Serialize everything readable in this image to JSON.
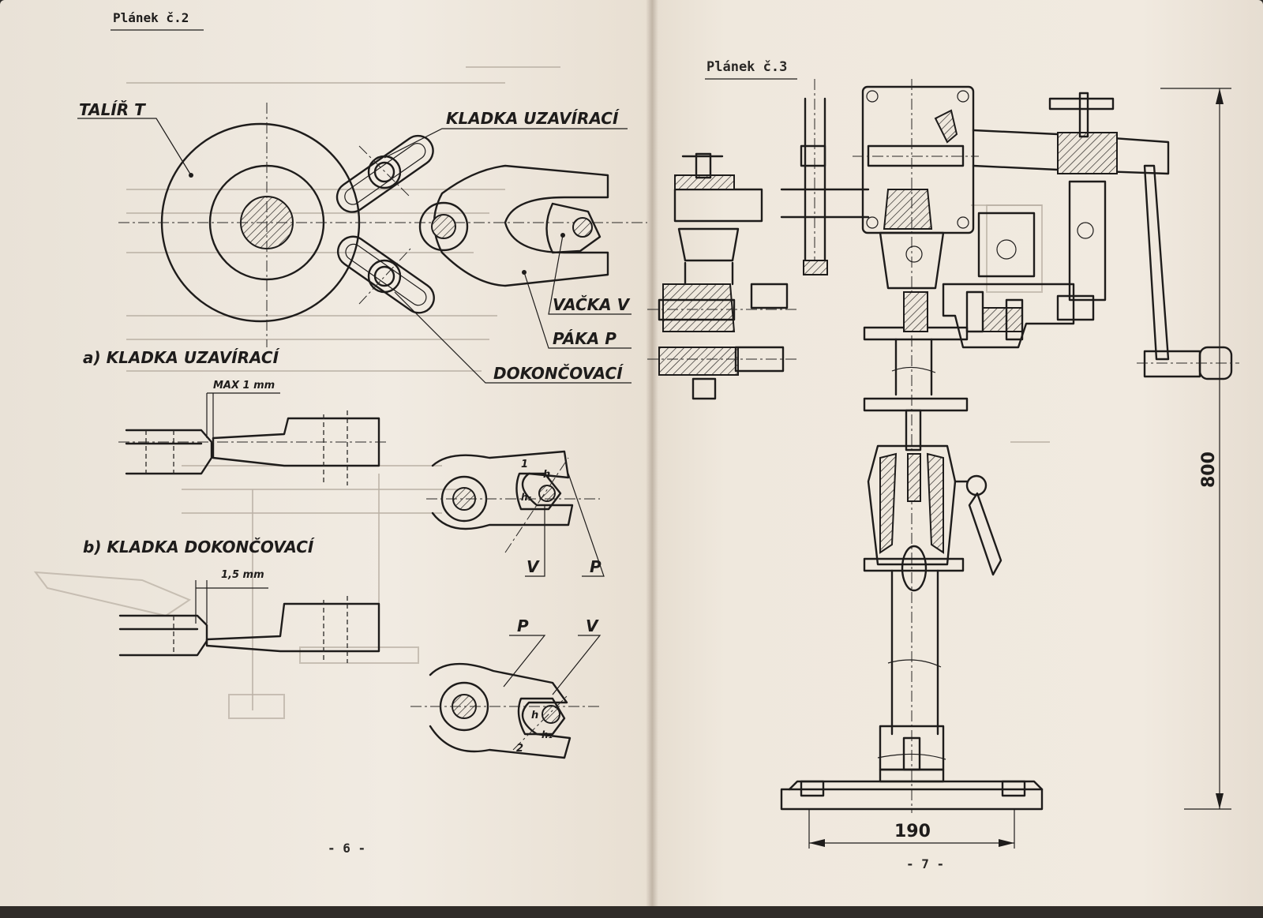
{
  "left_page": {
    "header": "Plánek č.2",
    "labels": {
      "plate": "TALÍŘ T",
      "closing_roller_top": "KLADKA UZAVÍRACÍ",
      "cam": "VAČKA V",
      "lever": "PÁKA P",
      "finishing": "DOKONČOVACÍ"
    },
    "section_a": {
      "title": "a) KLADKA UZAVÍRACÍ",
      "gap_note": "MAX 1 mm",
      "marks": [
        "1",
        "h",
        "h₁",
        "V",
        "P"
      ]
    },
    "section_b": {
      "title": "b) KLADKA DOKONČOVACÍ",
      "gap_note": "1,5 mm",
      "marks": [
        "P",
        "V",
        "h",
        "h₁",
        "2"
      ]
    },
    "page_number": "- 6 -"
  },
  "right_page": {
    "header": "Plánek č.3",
    "dimension_height": "800",
    "dimension_width": "190",
    "page_number": "- 7 -"
  }
}
